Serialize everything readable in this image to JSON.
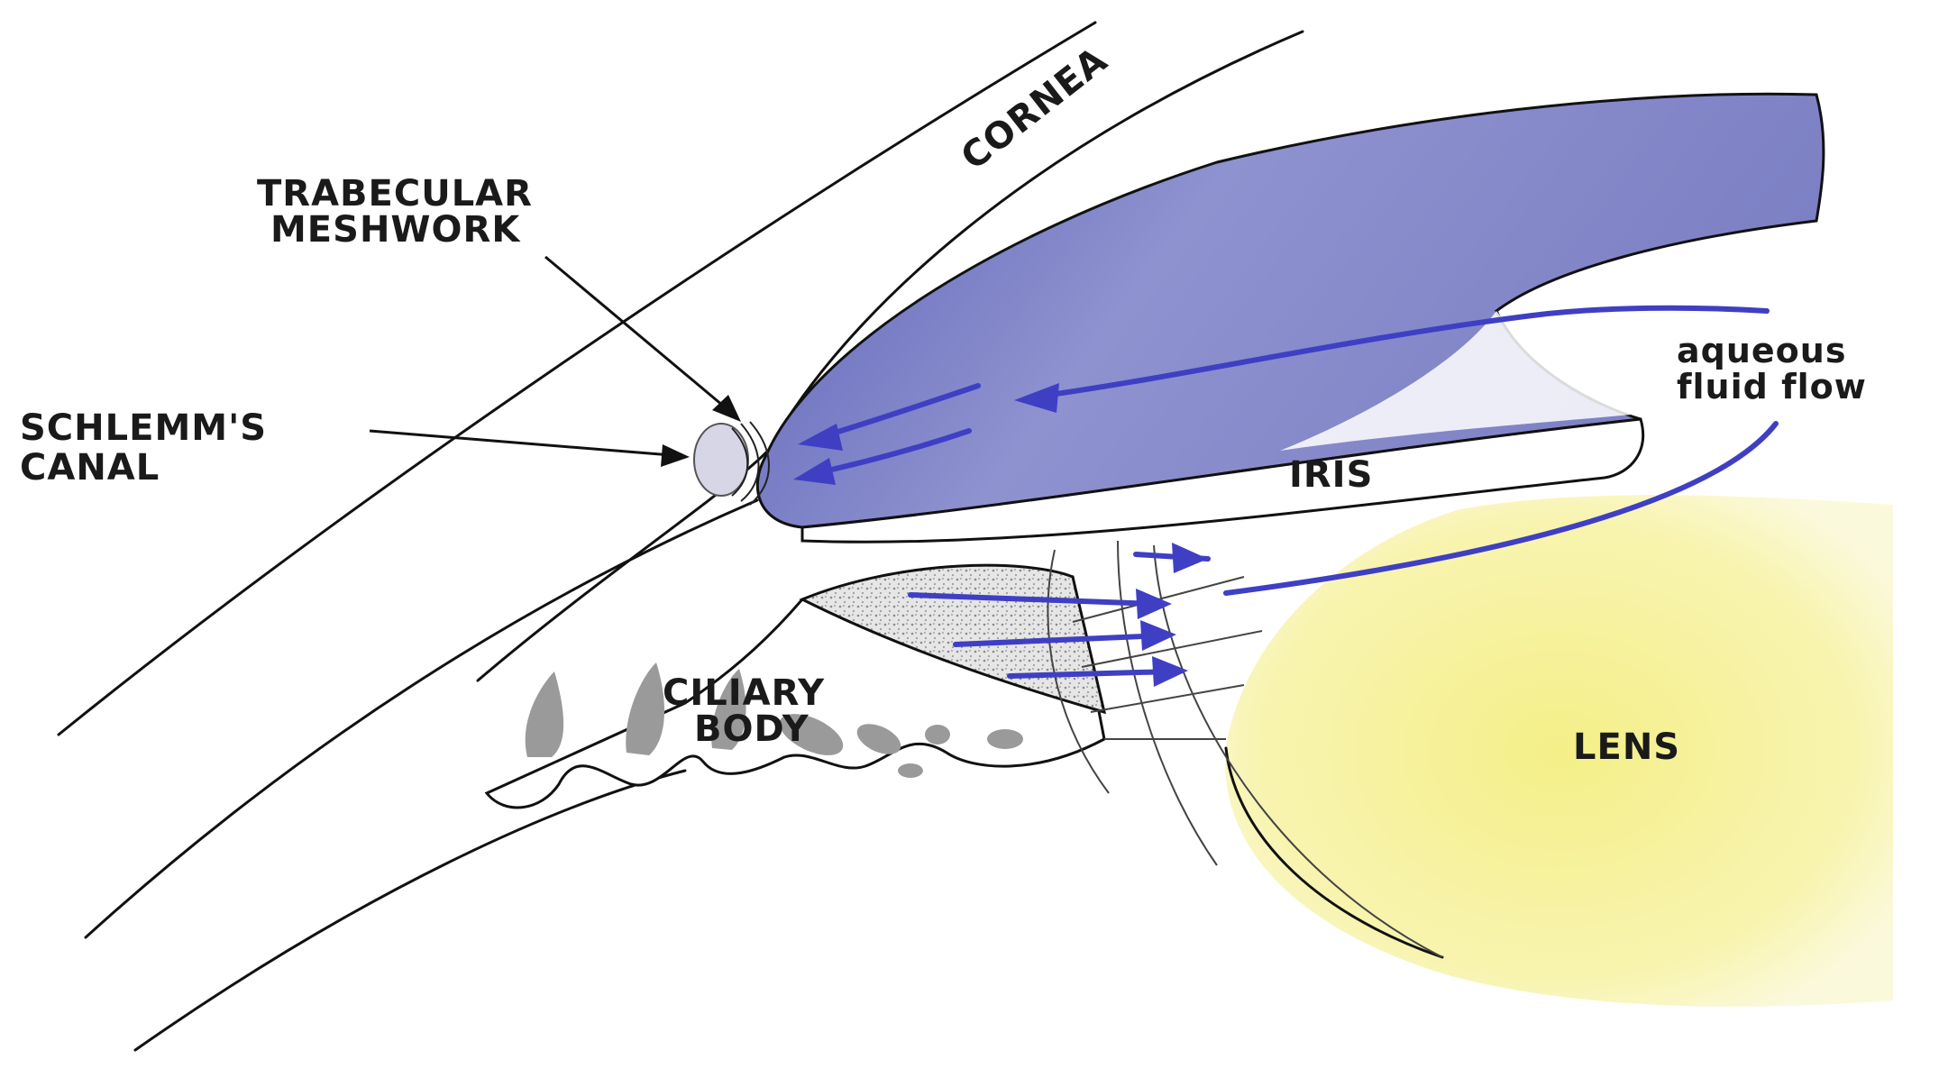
{
  "labels": {
    "cornea": "CORNEA",
    "trabecular_line1": "TRABECULAR",
    "trabecular_line2": "MESHWORK",
    "schlemm_line1": "SCHLEMM'S",
    "schlemm_line2": "CANAL",
    "iris": "IRIS",
    "aqueous_line1": "aqueous",
    "aqueous_line2": "fluid flow",
    "ciliary_line1": "CILIARY",
    "ciliary_line2": "BODY",
    "lens": "LENS"
  },
  "colors": {
    "iris_fill": "#8b8fcc",
    "iris_light": "#d8d9f0",
    "flow_arrow": "#3f3fc4",
    "lens_fill": "#f7f3a0",
    "lens_edge": "#ffffff",
    "ciliary_dots": "#9a9a9a",
    "outline": "#111111"
  }
}
